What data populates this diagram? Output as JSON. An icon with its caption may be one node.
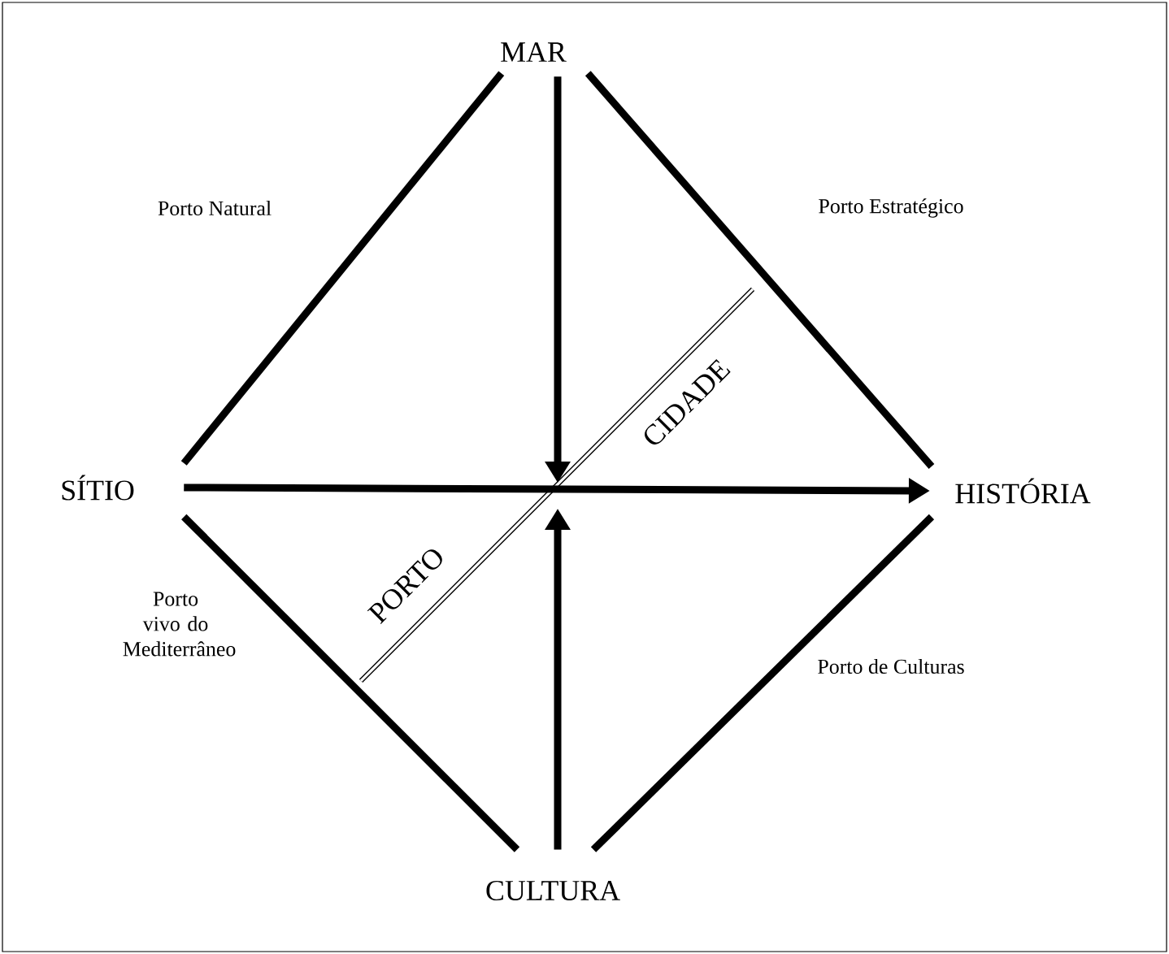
{
  "diagram": {
    "nodes": [
      {
        "text": [
          "MAR"
        ]
      },
      {
        "text": [
          "SÍTIO"
        ]
      },
      {
        "text": [
          "HISTÓRIA"
        ]
      },
      {
        "text": [
          "CULTURA"
        ]
      }
    ],
    "edges": [
      {
        "from": 0,
        "to": 1,
        "arrow": "none",
        "label": "Porto Natural"
      },
      {
        "from": 0,
        "to": 2,
        "arrow": "none",
        "label": "Porto Estratégico"
      },
      {
        "from": 1,
        "to": 3,
        "arrow": "none",
        "label": "Porto vivo do Mediterrâneo"
      },
      {
        "from": 3,
        "to": 2,
        "arrow": "none",
        "label": "Porto de Culturas"
      },
      {
        "from": 1,
        "to": 2,
        "arrow": "to"
      },
      {
        "from": 0,
        "to": null,
        "arrow": "to"
      },
      {
        "from": 3,
        "to": null,
        "arrow": "to"
      }
    ],
    "labels": [
      "PORTO",
      "CIDADE"
    ]
  }
}
